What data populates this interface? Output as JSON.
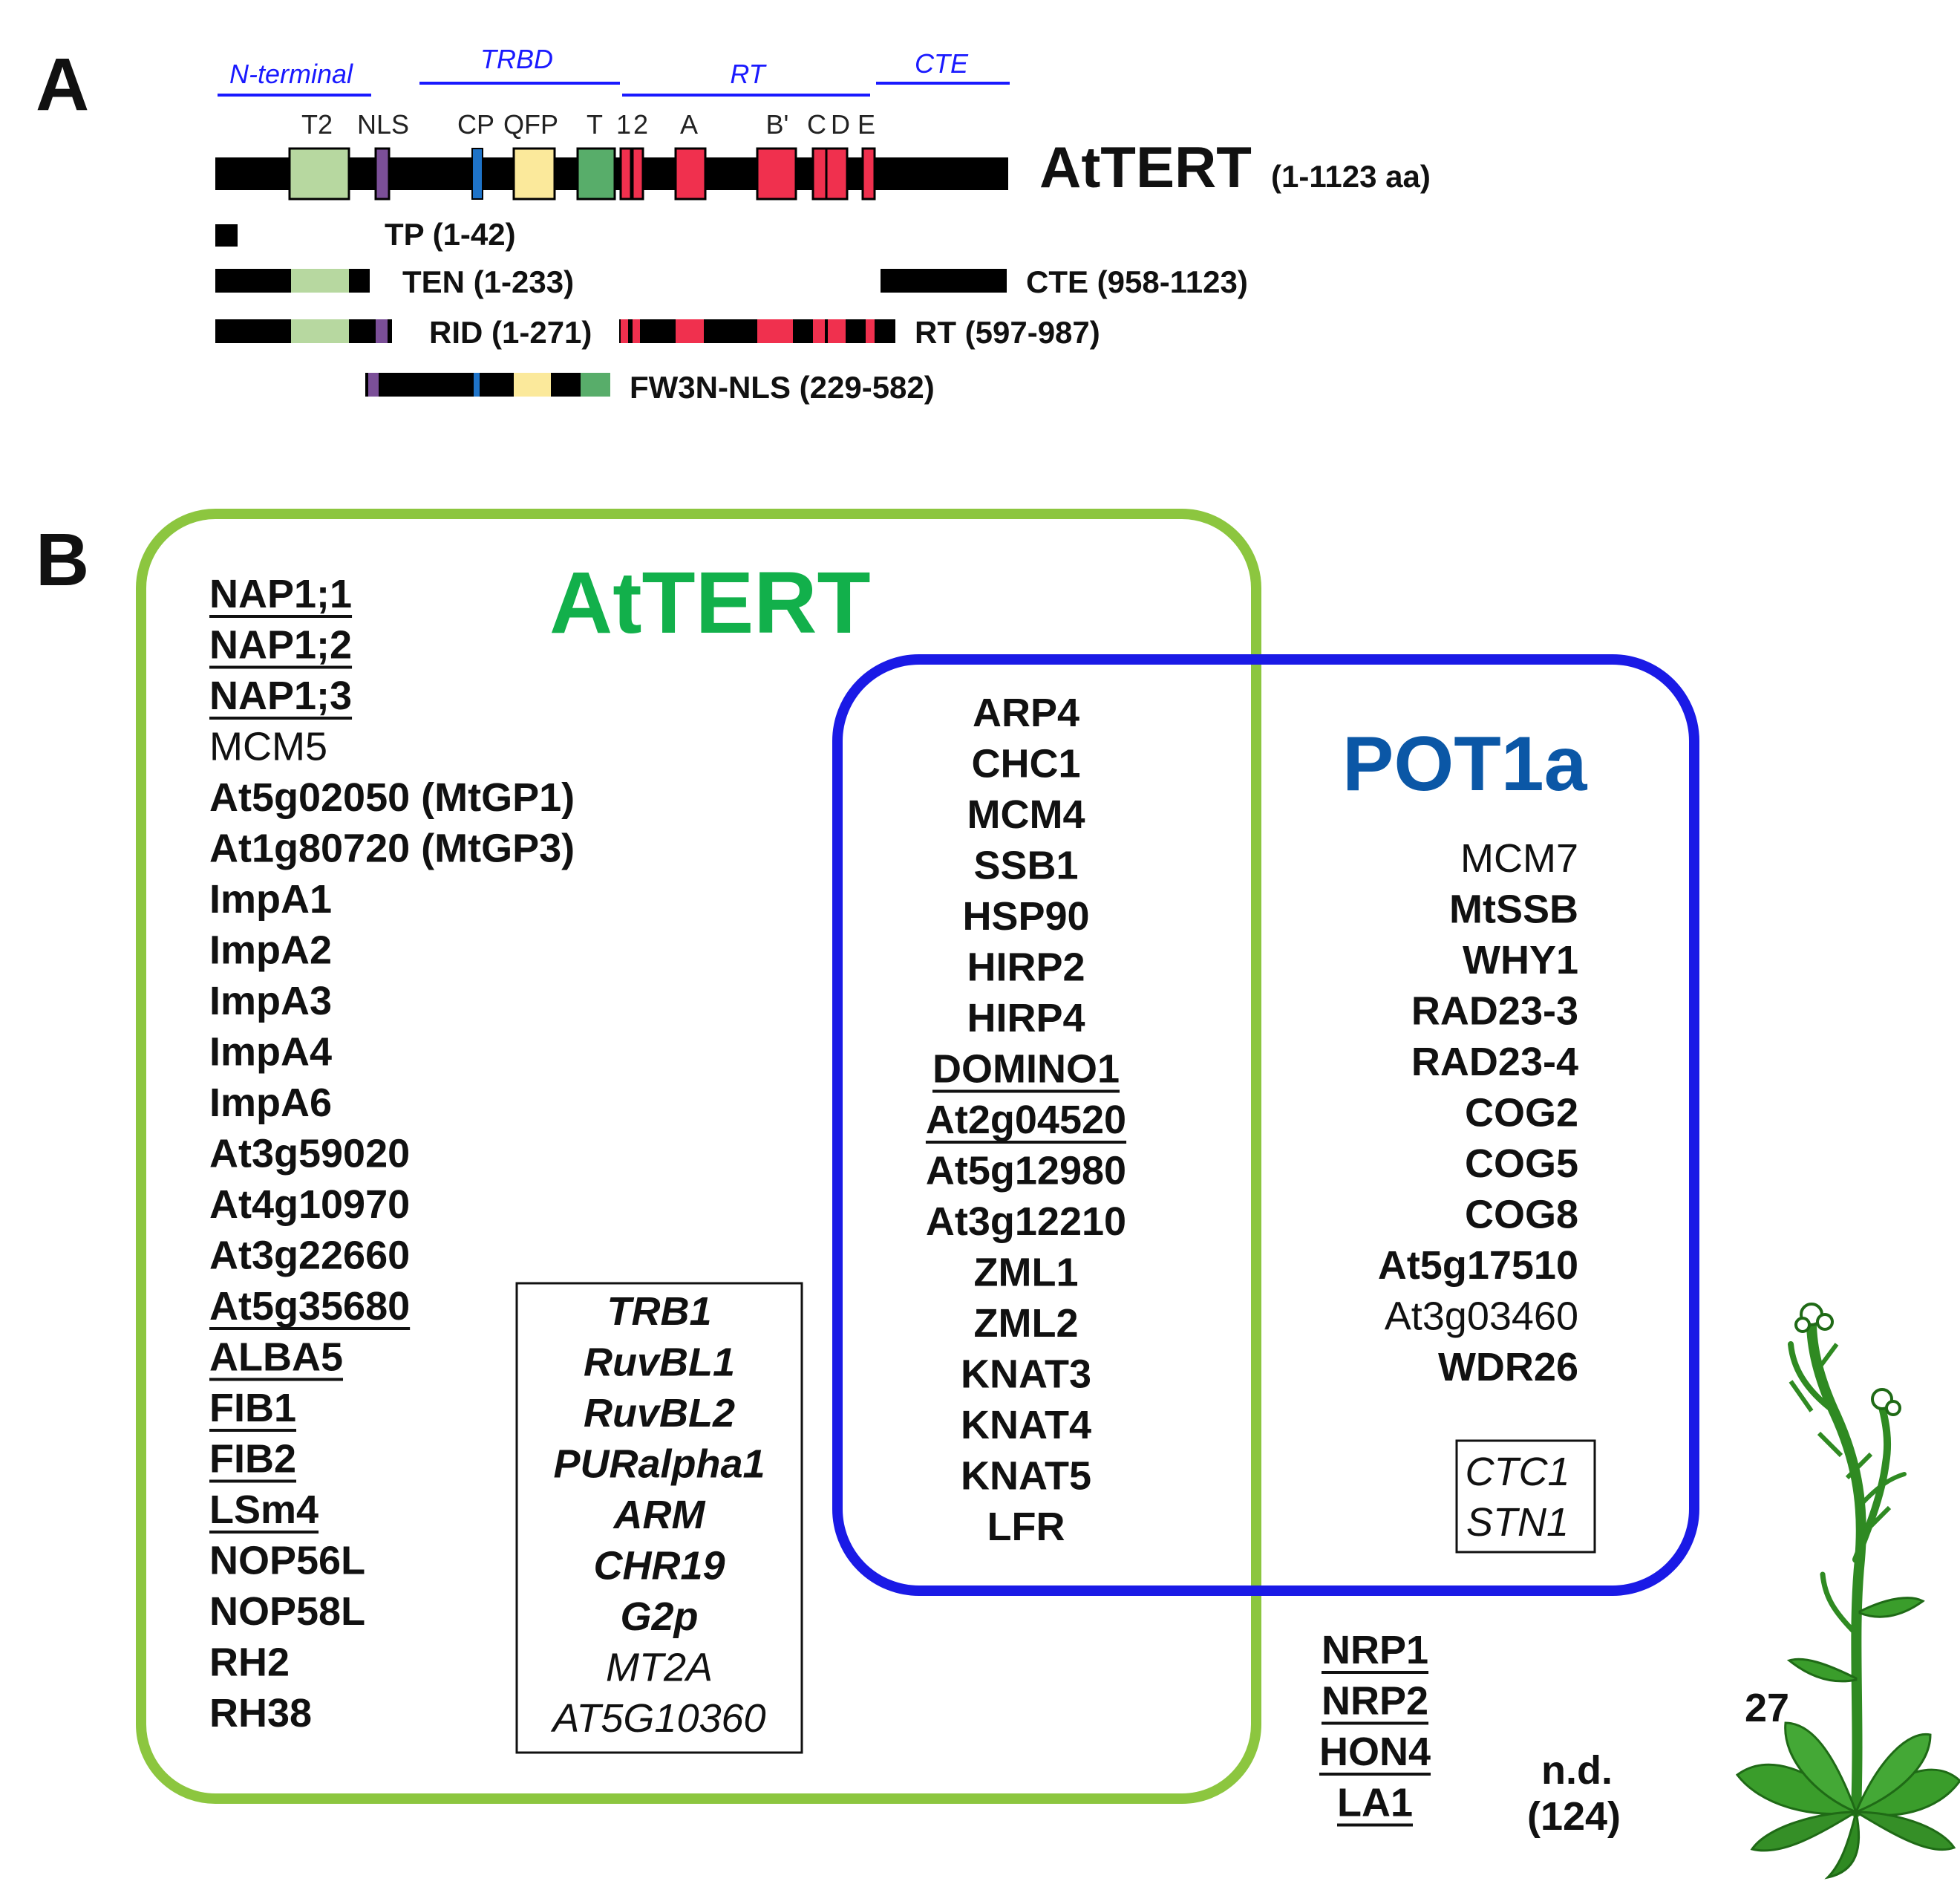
{
  "panel_a": {
    "letter": "A",
    "regions": [
      "N-terminal",
      "TRBD",
      "RT",
      "CTE"
    ],
    "domains": [
      "T2",
      "NLS",
      "CP",
      "QFP",
      "T",
      "1",
      "2",
      "A",
      "B'",
      "C",
      "D",
      "E"
    ],
    "protein": {
      "name": "AtTERT",
      "range": "(1-1123 aa)"
    },
    "fragments": [
      "TP (1-42)",
      "TEN (1-233)",
      "CTE (958-1123)",
      "RID (1-271)",
      "RT (597-987)",
      "FW3N-NLS (229-582)"
    ],
    "colors": {
      "backbone": "#000000",
      "T2": "#b7d8a0",
      "NLS": "#7b4f98",
      "CP": "#1e73c8",
      "QFP": "#fbe99b",
      "T": "#58ad6a",
      "RT_motif": "#f0304e",
      "region_line": "#1a1aff"
    }
  },
  "panel_b": {
    "letter": "B",
    "tert_title": "AtTERT",
    "pot1a_title": "POT1a",
    "tert_only": [
      {
        "name": "NAP1;1",
        "bold": true,
        "underline": true
      },
      {
        "name": "NAP1;2",
        "bold": true,
        "underline": true
      },
      {
        "name": "NAP1;3",
        "bold": true,
        "underline": true
      },
      {
        "name": "MCM5",
        "bold": false,
        "underline": false
      },
      {
        "name": "At5g02050 (MtGP1)",
        "bold": true,
        "underline": false
      },
      {
        "name": "At1g80720 (MtGP3)",
        "bold": true,
        "underline": false
      },
      {
        "name": "ImpA1",
        "bold": true,
        "underline": false
      },
      {
        "name": "ImpA2",
        "bold": true,
        "underline": false
      },
      {
        "name": "ImpA3",
        "bold": true,
        "underline": false
      },
      {
        "name": "ImpA4",
        "bold": true,
        "underline": false
      },
      {
        "name": "ImpA6",
        "bold": true,
        "underline": false
      },
      {
        "name": "At3g59020",
        "bold": true,
        "underline": false
      },
      {
        "name": "At4g10970",
        "bold": true,
        "underline": false
      },
      {
        "name": "At3g22660",
        "bold": true,
        "underline": false
      },
      {
        "name": "At5g35680",
        "bold": true,
        "underline": true
      },
      {
        "name": "ALBA5",
        "bold": true,
        "underline": true
      },
      {
        "name": "FIB1",
        "bold": true,
        "underline": true
      },
      {
        "name": "FIB2",
        "bold": true,
        "underline": true
      },
      {
        "name": "LSm4",
        "bold": true,
        "underline": true
      },
      {
        "name": "NOP56L",
        "bold": true,
        "underline": false
      },
      {
        "name": "NOP58L",
        "bold": true,
        "underline": false
      },
      {
        "name": "RH2",
        "bold": true,
        "underline": false
      },
      {
        "name": "RH38",
        "bold": true,
        "underline": false
      }
    ],
    "tert_boxed": [
      {
        "name": "TRB1",
        "bold": true
      },
      {
        "name": "RuvBL1",
        "bold": true
      },
      {
        "name": "RuvBL2",
        "bold": true
      },
      {
        "name": "PURalpha1",
        "bold": true
      },
      {
        "name": "ARM",
        "bold": true
      },
      {
        "name": "CHR19",
        "bold": true
      },
      {
        "name": "G2p",
        "bold": true
      },
      {
        "name": "MT2A",
        "bold": false
      },
      {
        "name": "AT5G10360",
        "bold": false
      }
    ],
    "shared": [
      {
        "name": "ARP4",
        "underline": false
      },
      {
        "name": "CHC1",
        "underline": false
      },
      {
        "name": "MCM4",
        "underline": false
      },
      {
        "name": "SSB1",
        "underline": false
      },
      {
        "name": "HSP90",
        "underline": false
      },
      {
        "name": "HIRP2",
        "underline": false
      },
      {
        "name": "HIRP4",
        "underline": false
      },
      {
        "name": "DOMINO1",
        "underline": true
      },
      {
        "name": "At2g04520",
        "underline": true
      },
      {
        "name": "At5g12980",
        "underline": false
      },
      {
        "name": "At3g12210",
        "underline": false
      },
      {
        "name": "ZML1",
        "underline": false
      },
      {
        "name": "ZML2",
        "underline": false
      },
      {
        "name": "KNAT3",
        "underline": false
      },
      {
        "name": "KNAT4",
        "underline": false
      },
      {
        "name": "KNAT5",
        "underline": false
      },
      {
        "name": "LFR",
        "underline": false
      }
    ],
    "pot1a_only": [
      {
        "name": "MCM7",
        "bold": false
      },
      {
        "name": "MtSSB",
        "bold": true
      },
      {
        "name": "WHY1",
        "bold": true
      },
      {
        "name": "RAD23-3",
        "bold": true
      },
      {
        "name": "RAD23-4",
        "bold": true
      },
      {
        "name": "COG2",
        "bold": true
      },
      {
        "name": "COG5",
        "bold": true
      },
      {
        "name": "COG8",
        "bold": true
      },
      {
        "name": "At5g17510",
        "bold": true
      },
      {
        "name": "At3g03460",
        "bold": false
      },
      {
        "name": "WDR26",
        "bold": true
      }
    ],
    "pot1a_boxed": [
      "CTC1",
      "STN1"
    ],
    "outside": [
      "NRP1",
      "NRP2",
      "HON4",
      "LA1"
    ],
    "nd_label": "n.d.",
    "nd_count": "(124)",
    "plant_count": "27",
    "colors": {
      "tert_frame": "#8cc63f",
      "pot1a_frame": "#1a1ae6",
      "tert_title": "#12b04b",
      "pot1a_title": "#0b57a6",
      "plant_green": "#3a9d2b"
    }
  }
}
